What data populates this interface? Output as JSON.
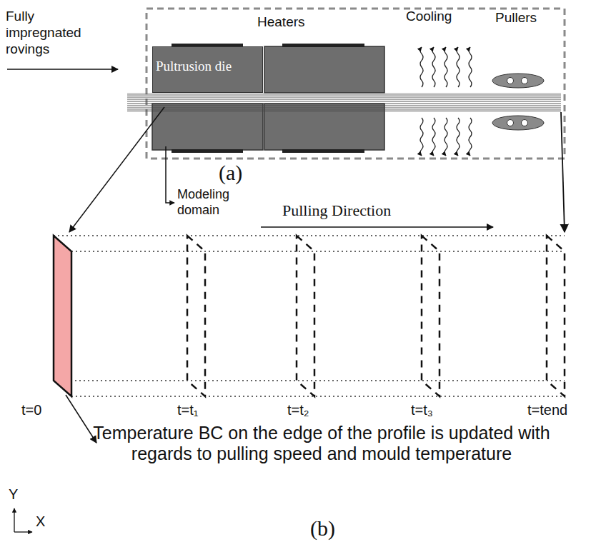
{
  "diagram": {
    "nodes": [
      {
        "text": [
          "Pultrusion die"
        ]
      }
    ],
    "labels": [
      "Fully impregnated rovings",
      "Heaters",
      "Cooling",
      "Pullers",
      "Modeling domain",
      "(a)",
      "Pulling Direction",
      "t=0",
      "t=t₁",
      "t=t₂",
      "t=t₃",
      "t=tend",
      "Temperature BC on the edge of the profile is updated with regards to pulling speed and mould temperature",
      "Y",
      "X",
      "(b)"
    ]
  }
}
